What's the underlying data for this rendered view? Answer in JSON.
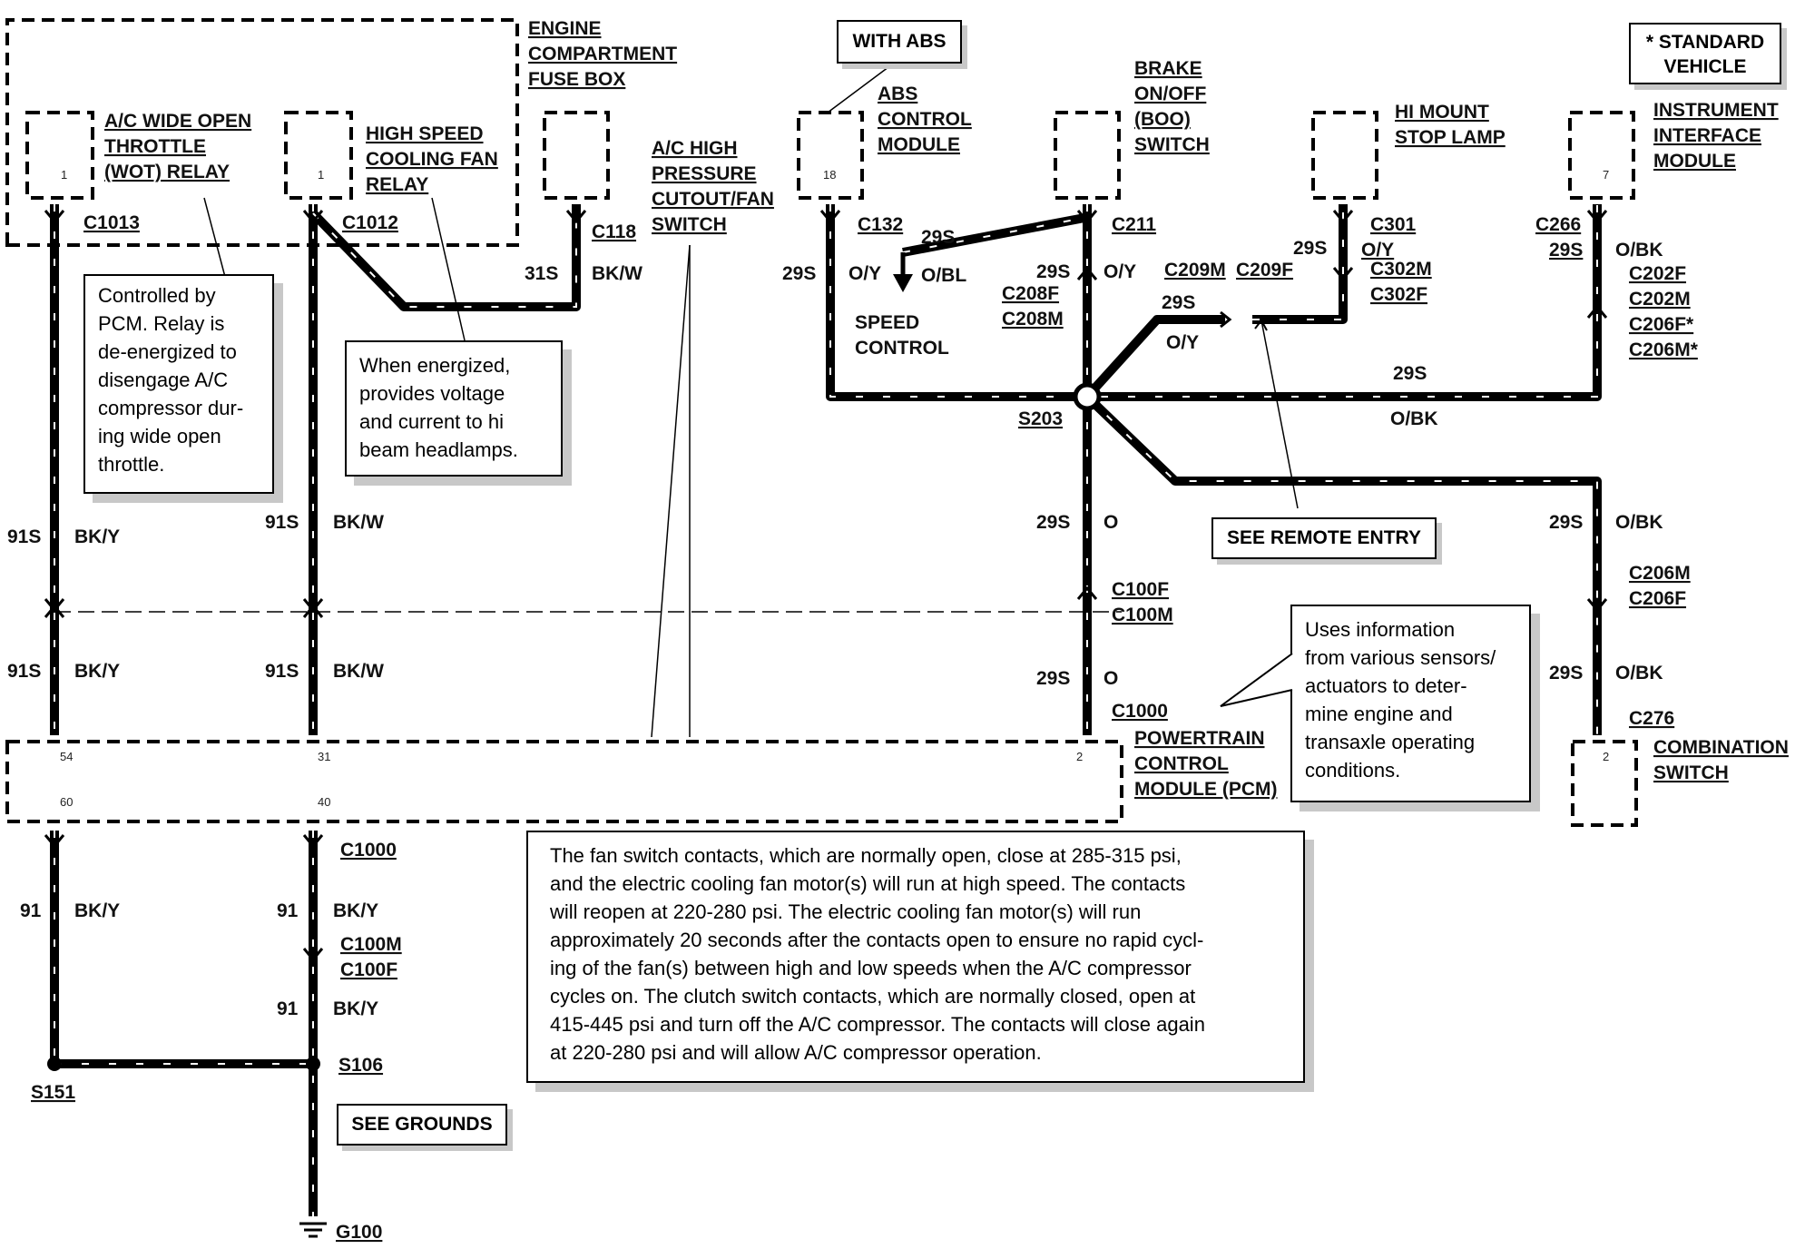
{
  "components": {
    "fuse_box": [
      "ENGINE",
      "COMPARTMENT",
      "FUSE BOX"
    ],
    "wot_relay": [
      "A/C  WIDE OPEN",
      "THROTTLE",
      "(WOT) RELAY"
    ],
    "cooling_fan_relay": [
      "HIGH SPEED",
      "COOLING FAN",
      "RELAY"
    ],
    "pressure_switch": [
      "A/C HIGH",
      "PRESSURE",
      "CUTOUT/FAN",
      "SWITCH"
    ],
    "abs_module": [
      "ABS",
      "CONTROL",
      "MODULE"
    ],
    "boo_switch": [
      "BRAKE",
      "ON/OFF",
      "(BOO)",
      "SWITCH"
    ],
    "stop_lamp": [
      "HI MOUNT",
      "STOP LAMP"
    ],
    "instrument_module": [
      "INSTRUMENT",
      "INTERFACE",
      "MODULE"
    ],
    "pcm": [
      "POWERTRAIN",
      "CONTROL",
      "MODULE (PCM)"
    ],
    "combination_switch": [
      "COMBINATION",
      "SWITCH"
    ],
    "speed_control": [
      "SPEED",
      "CONTROL"
    ]
  },
  "tags": {
    "with_abs": "WITH ABS",
    "standard_vehicle": [
      "*  STANDARD",
      "VEHICLE"
    ],
    "see_remote_entry": "SEE REMOTE ENTRY",
    "see_grounds": "SEE GROUNDS"
  },
  "connectors": {
    "c1013": "C1013",
    "c1012": "C1012",
    "c118": "C118",
    "c132": "C132",
    "c211": "C211",
    "c301": "C301",
    "c302m": "C302M",
    "c302f": "C302F",
    "c266": "C266",
    "c202f": "C202F",
    "c202m": "C202M",
    "c206f_star": "C206F*",
    "c206m_star": "C206M*",
    "c208f": "C208F",
    "c208m": "C208M",
    "c209m": "C209M",
    "c209f": "C209F",
    "s203": "S203",
    "c100f": "C100F",
    "c100m": "C100M",
    "c1000": "C1000",
    "c206m": "C206M",
    "c206f": "C206F",
    "c276": "C276",
    "c1000_bottom": "C1000",
    "c100m_bottom": "C100M",
    "c100f_bottom": "C100F",
    "s106": "S106",
    "s151": "S151",
    "g100": "G100"
  },
  "wires": {
    "w91s": "91S",
    "bky": "BK/Y",
    "bkw": "BK/W",
    "w31s": "31S",
    "w29s": "29S",
    "oy": "O/Y",
    "obl": "O/BL",
    "obk": "O/BK",
    "o": "O",
    "w91": "91"
  },
  "pins": {
    "wot_relay": "1",
    "cooling_fan_relay": "1",
    "abs": "18",
    "instrument": "7",
    "pcm_54": "54",
    "pcm_31": "31",
    "pcm_60": "60",
    "pcm_40": "40",
    "pcm_2": "2",
    "comb_2": "2"
  },
  "notes": {
    "wot": [
      "Controlled by",
      "PCM. Relay is",
      "de-energized to",
      "disengage A/C",
      "compressor dur-",
      "ing wide open",
      "throttle."
    ],
    "fan_relay": [
      "When energized,",
      "provides voltage",
      "and current to hi",
      "beam headlamps."
    ],
    "pcm": [
      "Uses information",
      "from various sensors/",
      "actuators to deter-",
      "mine engine and",
      "transaxle operating",
      "conditions."
    ],
    "fan_switch": [
      "The fan switch contacts, which are normally open, close at 285-315 psi,",
      "and the electric cooling fan motor(s) will run at high speed. The contacts",
      "will reopen at 220-280 psi. The electric cooling fan motor(s) will run",
      "approximately 20 seconds after the contacts open to ensure no rapid cycl-",
      "ing of the fan(s) between high and low speeds when the A/C compressor",
      "cycles on. The clutch switch contacts, which are normally closed, open at",
      "415-445 psi and turn off the A/C compressor. The contacts will close again",
      "at 220-280 psi and will allow A/C compressor operation."
    ]
  }
}
